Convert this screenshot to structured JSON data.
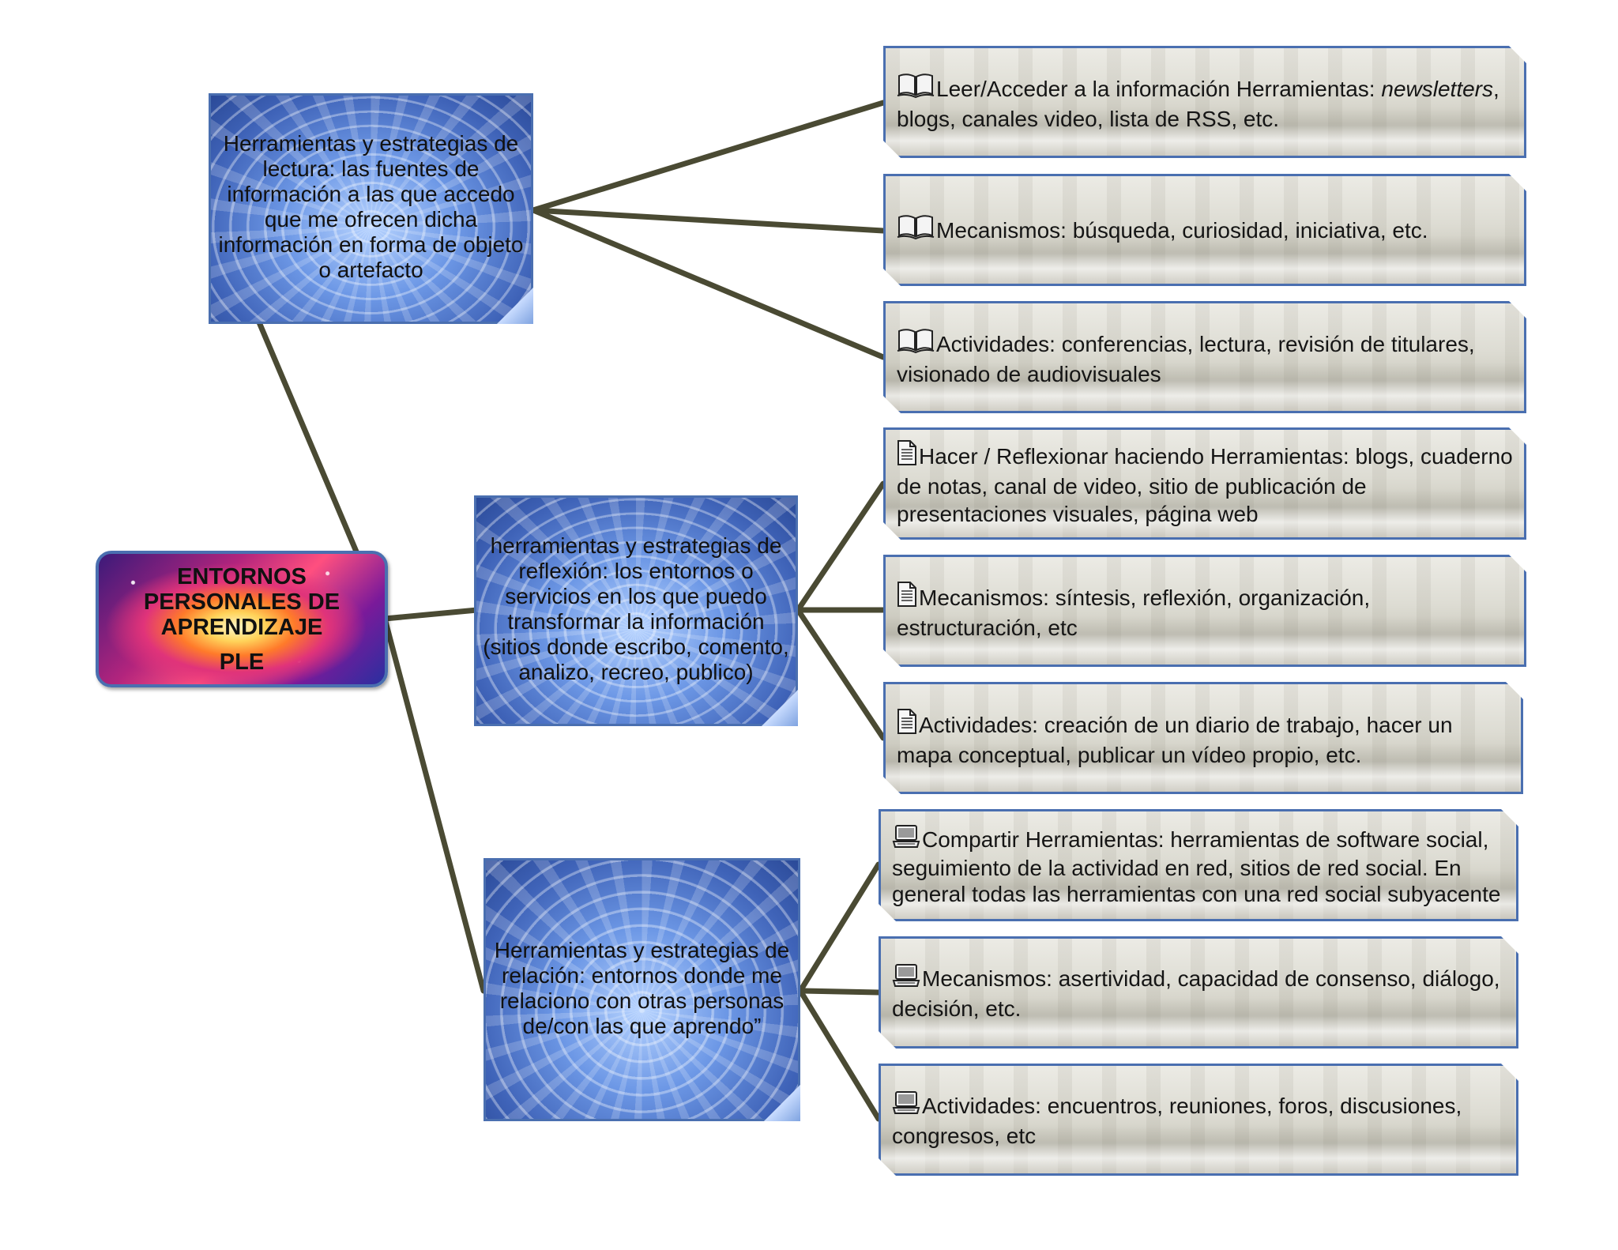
{
  "diagram": {
    "root": {
      "title_lines": [
        "ENTORNOS",
        "PERSONALES DE",
        "APRENDIZAJE"
      ],
      "subtitle": "PLE"
    },
    "branches": [
      {
        "text": "Herramientas y estrategias de lectura: las fuentes de información a las que accedo que me ofrecen dicha información en forma de objeto o artefacto",
        "icon": "book-icon",
        "leaves": [
          {
            "text": "Leer/Acceder a la información Herramientas: ",
            "italic": "newsletters",
            "text_after": ", blogs, canales video, lista de RSS, etc."
          },
          {
            "text": "Mecanismos: búsqueda, curiosidad, iniciativa, etc."
          },
          {
            "text": "Actividades: conferencias, lectura, revisión de titulares, visionado de audiovisuales"
          }
        ]
      },
      {
        "text": "herramientas y estrategias de reflexión: los entornos o servicios en los que puedo transformar la información (sitios donde escribo, comento, analizo, recreo, publico)",
        "icon": "document-icon",
        "leaves": [
          {
            "text": "Hacer / Reflexionar haciendo Herramientas: blogs, cuaderno de notas, canal de video, sitio de publicación de presentaciones visuales, página web"
          },
          {
            "text": "Mecanismos: síntesis, reflexión, organización, estructuración, etc"
          },
          {
            "text": "Actividades: creación de un diario de trabajo, hacer un mapa conceptual, publicar un vídeo propio, etc."
          }
        ]
      },
      {
        "text": "Herramientas y estrategias de relación: entornos donde me relaciono con otras personas de/con las que aprendo”",
        "icon": "computer-icon",
        "leaves": [
          {
            "text": "Compartir Herramientas: herramientas de software social, seguimiento de la actividad en red, sitios de red social. En general todas las herramientas con una red social subyacente"
          },
          {
            "text": "Mecanismos: asertividad, capacidad de consenso, diálogo, decisión, etc."
          },
          {
            "text": "Actividades: encuentros, reuniones, foros, discusiones, congresos, etc"
          }
        ]
      }
    ],
    "colors": {
      "connector": "#4a4a33",
      "border": "#4a6fb0"
    }
  }
}
